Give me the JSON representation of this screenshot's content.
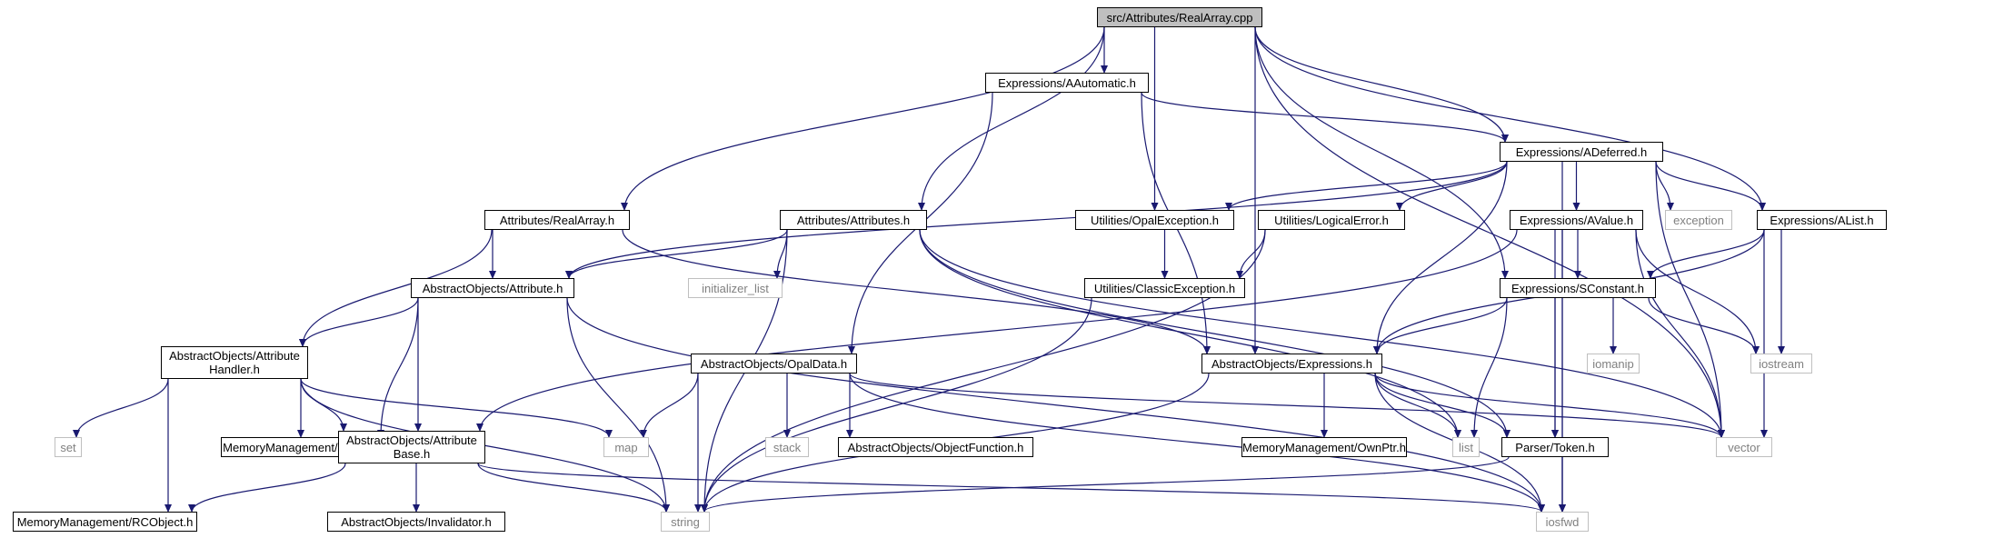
{
  "graph": {
    "edge_color": "#191970",
    "nodes": [
      {
        "id": "root",
        "label": "src/Attributes/RealArray.cpp",
        "kind": "root"
      },
      {
        "id": "aautomatic",
        "label": "Expressions/AAutomatic.h",
        "kind": "file"
      },
      {
        "id": "adeferred",
        "label": "Expressions/ADeferred.h",
        "kind": "file"
      },
      {
        "id": "realarray_h",
        "label": "Attributes/RealArray.h",
        "kind": "file"
      },
      {
        "id": "attributes_h",
        "label": "Attributes/Attributes.h",
        "kind": "file"
      },
      {
        "id": "opalexception",
        "label": "Utilities/OpalException.h",
        "kind": "file"
      },
      {
        "id": "logicalerror",
        "label": "Utilities/LogicalError.h",
        "kind": "file"
      },
      {
        "id": "avalue",
        "label": "Expressions/AValue.h",
        "kind": "file"
      },
      {
        "id": "exception",
        "label": "exception",
        "kind": "external"
      },
      {
        "id": "alist",
        "label": "Expressions/AList.h",
        "kind": "file"
      },
      {
        "id": "attribute_h",
        "label": "AbstractObjects/Attribute.h",
        "kind": "file"
      },
      {
        "id": "initializer_list",
        "label": "initializer_list",
        "kind": "external"
      },
      {
        "id": "classicexception",
        "label": "Utilities/ClassicException.h",
        "kind": "file"
      },
      {
        "id": "sconstant",
        "label": "Expressions/SConstant.h",
        "kind": "file"
      },
      {
        "id": "attrhandler",
        "label": "AbstractObjects/Attribute Handler.h",
        "kind": "file"
      },
      {
        "id": "opaldata",
        "label": "AbstractObjects/OpalData.h",
        "kind": "file"
      },
      {
        "id": "expressions_h",
        "label": "AbstractObjects/Expressions.h",
        "kind": "file"
      },
      {
        "id": "iomanip",
        "label": "iomanip",
        "kind": "external"
      },
      {
        "id": "iostream",
        "label": "iostream",
        "kind": "external"
      },
      {
        "id": "set",
        "label": "set",
        "kind": "external"
      },
      {
        "id": "pointer_h",
        "label": "MemoryManagement/Pointer.h",
        "kind": "file"
      },
      {
        "id": "attrbase",
        "label": "AbstractObjects/Attribute Base.h",
        "kind": "file"
      },
      {
        "id": "map",
        "label": "map",
        "kind": "external"
      },
      {
        "id": "stack",
        "label": "stack",
        "kind": "external"
      },
      {
        "id": "objectfunction",
        "label": "AbstractObjects/ObjectFunction.h",
        "kind": "file"
      },
      {
        "id": "ownptr",
        "label": "MemoryManagement/OwnPtr.h",
        "kind": "file"
      },
      {
        "id": "list",
        "label": "list",
        "kind": "external"
      },
      {
        "id": "token",
        "label": "Parser/Token.h",
        "kind": "file"
      },
      {
        "id": "vector",
        "label": "vector",
        "kind": "external"
      },
      {
        "id": "rcobject",
        "label": "MemoryManagement/RCObject.h",
        "kind": "file"
      },
      {
        "id": "invalidator",
        "label": "AbstractObjects/Invalidator.h",
        "kind": "file"
      },
      {
        "id": "string",
        "label": "string",
        "kind": "external"
      },
      {
        "id": "iosfwd",
        "label": "iosfwd",
        "kind": "external"
      }
    ],
    "edges": [
      [
        "root",
        "aautomatic"
      ],
      [
        "root",
        "adeferred"
      ],
      [
        "root",
        "realarray_h"
      ],
      [
        "root",
        "attributes_h"
      ],
      [
        "root",
        "opalexception"
      ],
      [
        "root",
        "alist"
      ],
      [
        "root",
        "sconstant"
      ],
      [
        "root",
        "expressions_h"
      ],
      [
        "root",
        "vector"
      ],
      [
        "aautomatic",
        "adeferred"
      ],
      [
        "aautomatic",
        "opaldata"
      ],
      [
        "aautomatic",
        "expressions_h"
      ],
      [
        "adeferred",
        "attribute_h"
      ],
      [
        "adeferred",
        "opalexception"
      ],
      [
        "adeferred",
        "logicalerror"
      ],
      [
        "adeferred",
        "avalue"
      ],
      [
        "adeferred",
        "exception"
      ],
      [
        "adeferred",
        "alist"
      ],
      [
        "adeferred",
        "expressions_h"
      ],
      [
        "adeferred",
        "vector"
      ],
      [
        "adeferred",
        "iosfwd"
      ],
      [
        "realarray_h",
        "attribute_h"
      ],
      [
        "realarray_h",
        "attrhandler"
      ],
      [
        "realarray_h",
        "expressions_h"
      ],
      [
        "attributes_h",
        "attribute_h"
      ],
      [
        "attributes_h",
        "initializer_list"
      ],
      [
        "attributes_h",
        "string"
      ],
      [
        "attributes_h",
        "list"
      ],
      [
        "attributes_h",
        "token"
      ],
      [
        "attributes_h",
        "vector"
      ],
      [
        "opalexception",
        "classicexception"
      ],
      [
        "logicalerror",
        "classicexception"
      ],
      [
        "logicalerror",
        "string"
      ],
      [
        "avalue",
        "sconstant"
      ],
      [
        "avalue",
        "attrbase"
      ],
      [
        "avalue",
        "token"
      ],
      [
        "avalue",
        "iostream"
      ],
      [
        "avalue",
        "vector"
      ],
      [
        "avalue",
        "iosfwd"
      ],
      [
        "alist",
        "sconstant"
      ],
      [
        "alist",
        "expressions_h"
      ],
      [
        "alist",
        "iostream"
      ],
      [
        "alist",
        "vector"
      ],
      [
        "attribute_h",
        "attrhandler"
      ],
      [
        "attribute_h",
        "pointer_h"
      ],
      [
        "attribute_h",
        "attrbase"
      ],
      [
        "attribute_h",
        "string"
      ],
      [
        "attribute_h",
        "iosfwd"
      ],
      [
        "classicexception",
        "string"
      ],
      [
        "sconstant",
        "expressions_h"
      ],
      [
        "sconstant",
        "iomanip"
      ],
      [
        "sconstant",
        "iostream"
      ],
      [
        "sconstant",
        "list"
      ],
      [
        "sconstant",
        "token"
      ],
      [
        "attrhandler",
        "set"
      ],
      [
        "attrhandler",
        "pointer_h"
      ],
      [
        "attrhandler",
        "attrbase"
      ],
      [
        "attrhandler",
        "map"
      ],
      [
        "attrhandler",
        "rcobject"
      ],
      [
        "attrhandler",
        "string"
      ],
      [
        "opaldata",
        "map"
      ],
      [
        "opaldata",
        "stack"
      ],
      [
        "opaldata",
        "objectfunction"
      ],
      [
        "opaldata",
        "string"
      ],
      [
        "opaldata",
        "vector"
      ],
      [
        "opaldata",
        "iosfwd"
      ],
      [
        "expressions_h",
        "ownptr"
      ],
      [
        "expressions_h",
        "list"
      ],
      [
        "expressions_h",
        "token"
      ],
      [
        "expressions_h",
        "vector"
      ],
      [
        "expressions_h",
        "string"
      ],
      [
        "expressions_h",
        "iosfwd"
      ],
      [
        "attrbase",
        "rcobject"
      ],
      [
        "attrbase",
        "invalidator"
      ],
      [
        "attrbase",
        "string"
      ],
      [
        "attrbase",
        "iosfwd"
      ],
      [
        "token",
        "string"
      ],
      [
        "token",
        "iosfwd"
      ]
    ]
  }
}
